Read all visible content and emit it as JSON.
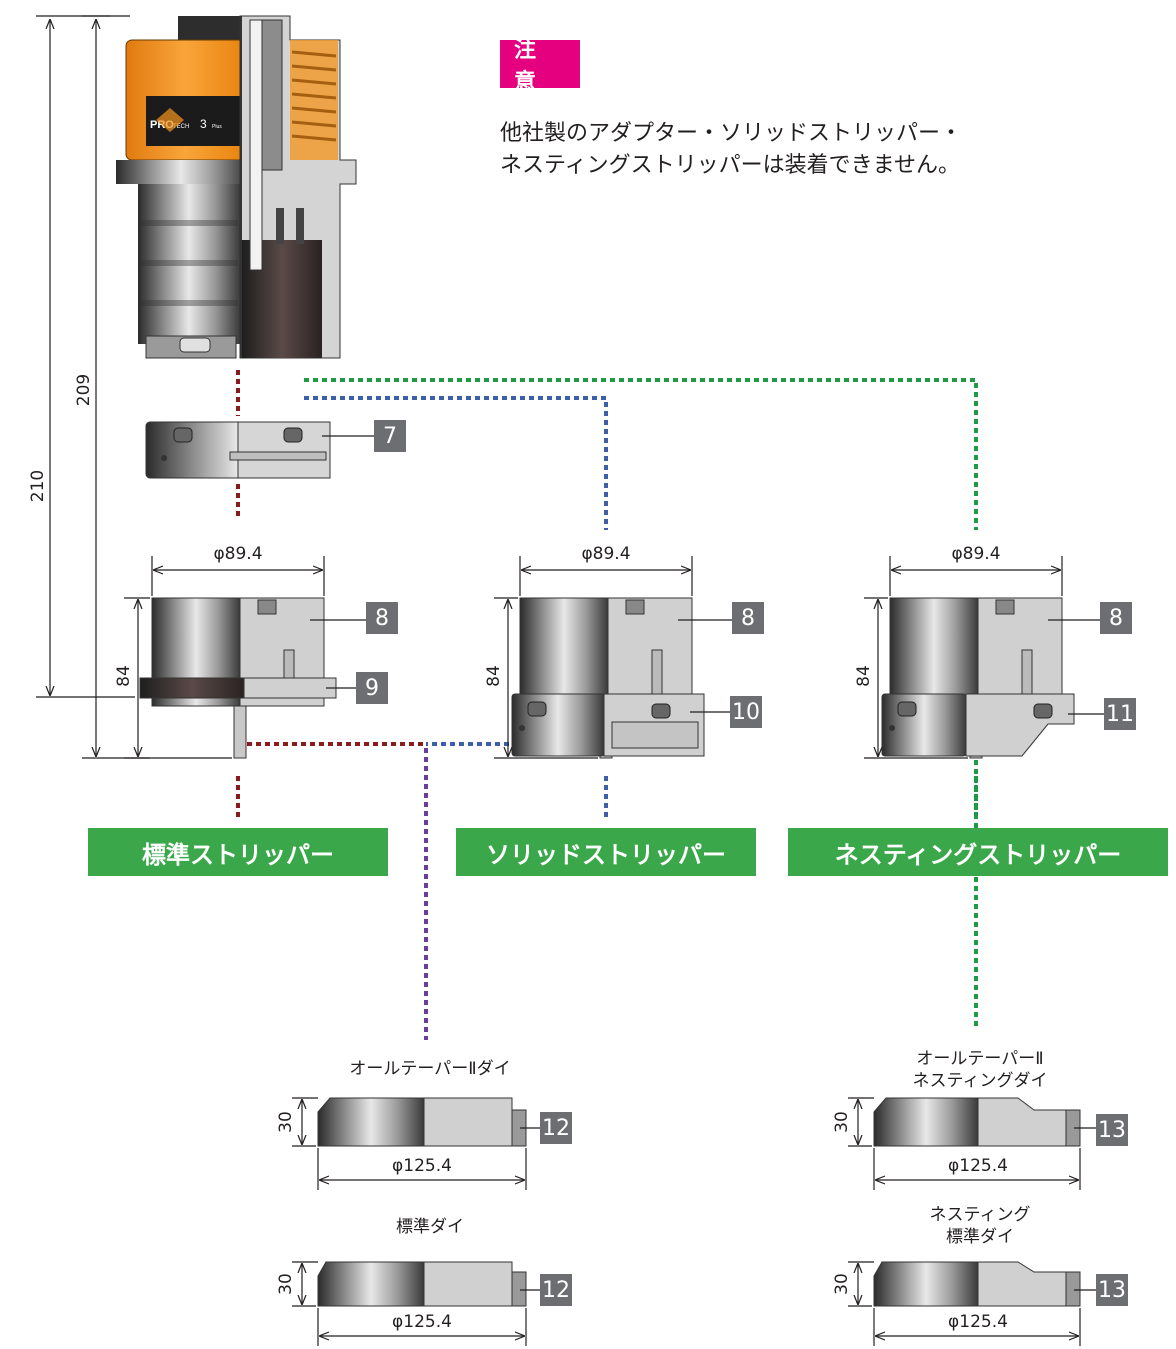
{
  "caution": {
    "badge": "注意",
    "lines": [
      "他社製のアダプター・ソリッドストリッパー・",
      "ネスティングストリッパーは装着できません。"
    ]
  },
  "tool_logo": {
    "brand": "PRO",
    "small": "TECH",
    "num": "3",
    "plus": "Plus"
  },
  "overall_dims": {
    "height_210": "210",
    "height_209": "209"
  },
  "part_numbers": {
    "adapter": "7",
    "stripper_body_1": "8",
    "stripper_body_2": "8",
    "stripper_body_3": "8",
    "standard_plate": "9",
    "solid_plate": "10",
    "nesting_plate": "11",
    "die_a": "12",
    "die_b": "12",
    "die_c": "13",
    "die_d": "13"
  },
  "stripper_dims": {
    "col1": {
      "diameter": "φ89.4",
      "height": "84"
    },
    "col2": {
      "diameter": "φ89.4",
      "height": "84"
    },
    "col3": {
      "diameter": "φ89.4",
      "height": "84"
    }
  },
  "sections": {
    "standard": "標準ストリッパー",
    "solid": "ソリッドストリッパー",
    "nesting": "ネスティングストリッパー"
  },
  "dies": {
    "all_taper": {
      "label": "オールテーパーⅡダイ",
      "height": "30",
      "diameter": "φ125.4"
    },
    "standard": {
      "label": "標準ダイ",
      "height": "30",
      "diameter": "φ125.4"
    },
    "all_taper_nesting": {
      "label_line1": "オールテーパーⅡ",
      "label_line2": "ネスティングダイ",
      "height": "30",
      "diameter": "φ125.4"
    },
    "nesting_standard": {
      "label_line1": "ネスティング",
      "label_line2": "標準ダイ",
      "height": "30",
      "diameter": "φ125.4"
    }
  },
  "colors": {
    "standard_path": "#8b1a1e",
    "solid_path": "#3d5fa8",
    "nesting_path": "#1e9a47",
    "merge_path": "#6a3d9a",
    "section_bar": "#3aa74a",
    "caution_badge": "#e4007f",
    "tag_grey": "#6d6e71",
    "tool_orange": "#f7941d"
  }
}
